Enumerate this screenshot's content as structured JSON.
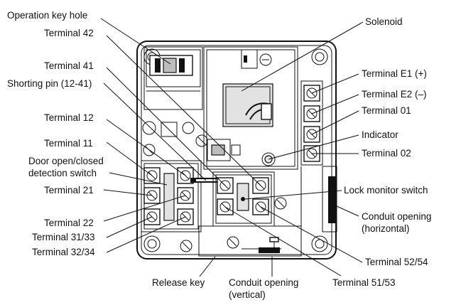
{
  "labels": {
    "operation_key_hole": "Operation key hole",
    "terminal_42": "Terminal 42",
    "terminal_41": "Terminal 41",
    "shorting_pin": "Shorting pin (12-41)",
    "terminal_12": "Terminal 12",
    "terminal_11": "Terminal 11",
    "door_switch_line1": "Door open/closed",
    "door_switch_line2": "detection switch",
    "terminal_21": "Terminal 21",
    "terminal_22": "Terminal 22",
    "terminal_31_33": "Terminal 31/33",
    "terminal_32_34": "Terminal 32/34",
    "solenoid": "Solenoid",
    "terminal_e1": "Terminal E1 (+)",
    "terminal_e2": "Terminal E2 (–)",
    "terminal_01": "Terminal 01",
    "indicator": "Indicator",
    "terminal_02": "Terminal 02",
    "lock_monitor_switch": "Lock monitor switch",
    "conduit_horizontal_line1": "Conduit opening",
    "conduit_horizontal_line2": "(horizontal)",
    "terminal_52_54": "Terminal 52/54",
    "terminal_51_53": "Terminal 51/53",
    "release_key": "Release key",
    "conduit_vertical_line1": "Conduit opening",
    "conduit_vertical_line2": "(vertical)"
  },
  "colors": {
    "line": "#111111",
    "housing_fill": "#ffffff",
    "shade_fill": "#bdbdbd"
  }
}
